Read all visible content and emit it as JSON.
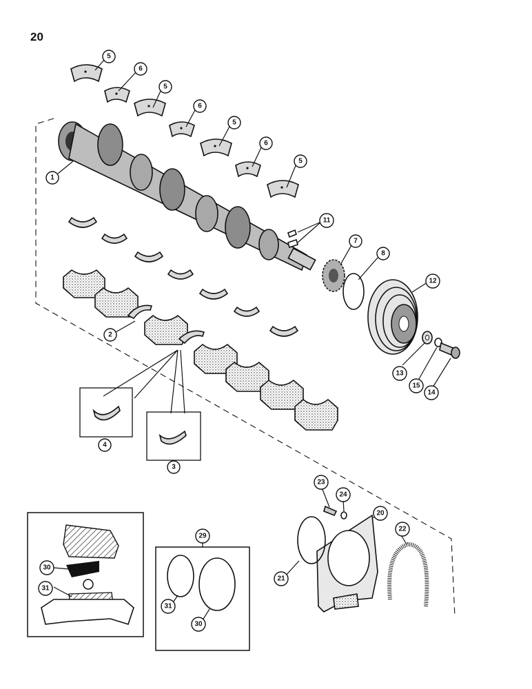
{
  "page": {
    "number": "20"
  },
  "callouts": {
    "c1": "1",
    "c2": "2",
    "c3": "3",
    "c4": "4",
    "c5a": "5",
    "c5b": "5",
    "c5c": "5",
    "c5d": "5",
    "c6a": "6",
    "c6b": "6",
    "c6c": "6",
    "c7": "7",
    "c8": "8",
    "c11": "11",
    "c12": "12",
    "c13": "13",
    "c14": "14",
    "c15": "15",
    "c20": "20",
    "c21": "21",
    "c22": "22",
    "c23": "23",
    "c24": "24",
    "c29": "29",
    "c30a": "30",
    "c30b": "30",
    "c31a": "31",
    "c31b": "31"
  }
}
